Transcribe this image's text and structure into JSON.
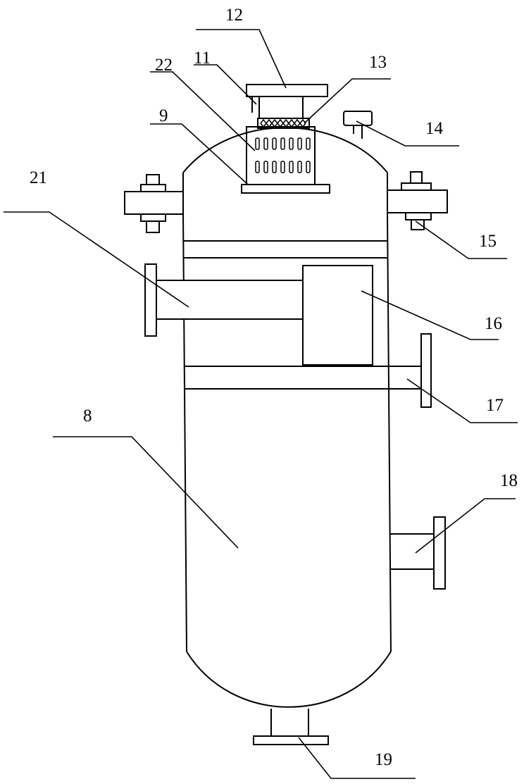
{
  "labels": {
    "l8": "8",
    "l9": "9",
    "l11": "11",
    "l12": "12",
    "l13": "13",
    "l14": "14",
    "l15": "15",
    "l16": "16",
    "l17": "17",
    "l18": "18",
    "l19": "19",
    "l21": "21",
    "l22": "22"
  }
}
